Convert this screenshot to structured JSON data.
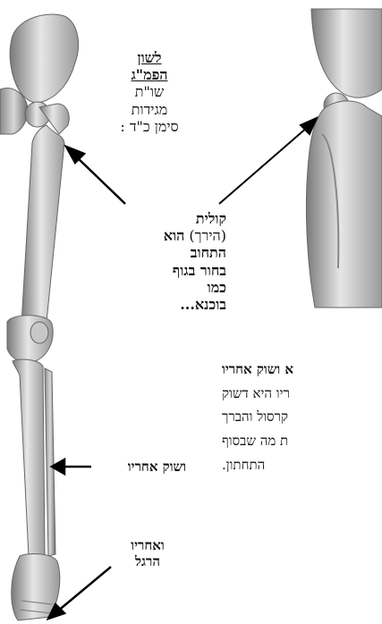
{
  "title_block": {
    "heading_line1": "לשון",
    "heading_line2": "הפמ\"ג",
    "line3": "שו\"ת",
    "line4": "מגידות",
    "line5": "סימן כ\"ד :"
  },
  "kulit_block": {
    "line1": "קולית",
    "line2_paren": "(הירך)",
    "line2_bold": "הוא",
    "line3": "התחוב",
    "line4": "בחור  בגוף",
    "line5": "כמו",
    "line6": "בוכנא..."
  },
  "labels": {
    "shin": "ושוק אחריו",
    "foot_line1": "ואחריו",
    "foot_line2": "הרגל"
  },
  "right_text": {
    "line1": "א ושוק אחריו",
    "line2": "ריו היא דשוק",
    "line3": "קרסול והברך",
    "line4": "ת מה שבסוף",
    "line5": "התחתון."
  },
  "colors": {
    "bone": "#d9d9d9",
    "bone_shade": "#8c8c8c",
    "text": "#111111"
  }
}
